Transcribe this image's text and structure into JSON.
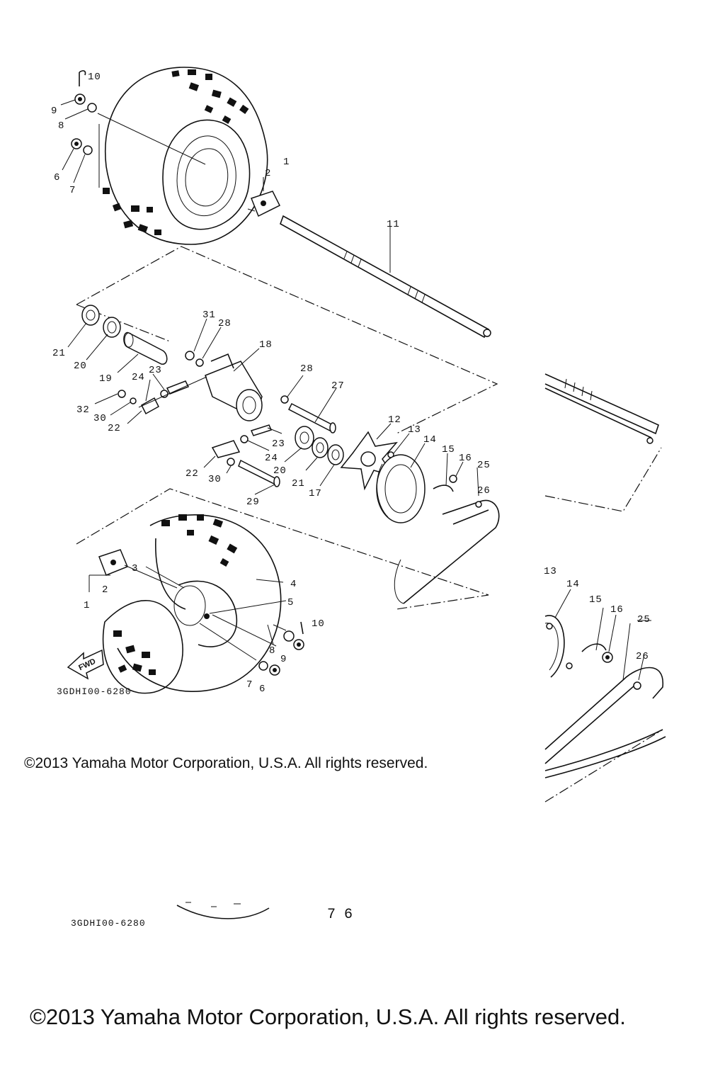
{
  "diagram": {
    "code_main": "3GDHI00-6280",
    "code_ghost": "3GDHI00-6280",
    "fwd_label": "FWD",
    "ghost_76": "7 6",
    "labels_main": [
      {
        "id": "p10a",
        "text": "10"
      },
      {
        "id": "p9a",
        "text": "9"
      },
      {
        "id": "p8a",
        "text": "8"
      },
      {
        "id": "p6a",
        "text": "6"
      },
      {
        "id": "p7a",
        "text": "7"
      },
      {
        "id": "p1a",
        "text": "1"
      },
      {
        "id": "p2a",
        "text": "2"
      },
      {
        "id": "p11",
        "text": "11"
      },
      {
        "id": "p21a",
        "text": "21"
      },
      {
        "id": "p20a",
        "text": "20"
      },
      {
        "id": "p19",
        "text": "19"
      },
      {
        "id": "p31",
        "text": "31"
      },
      {
        "id": "p28a",
        "text": "28"
      },
      {
        "id": "p18",
        "text": "18"
      },
      {
        "id": "p23a",
        "text": "23"
      },
      {
        "id": "p24a",
        "text": "24"
      },
      {
        "id": "p32",
        "text": "32"
      },
      {
        "id": "p30a",
        "text": "30"
      },
      {
        "id": "p22a",
        "text": "22"
      },
      {
        "id": "p28b",
        "text": "28"
      },
      {
        "id": "p27",
        "text": "27"
      },
      {
        "id": "p12",
        "text": "12"
      },
      {
        "id": "p13a",
        "text": "13"
      },
      {
        "id": "p14a",
        "text": "14"
      },
      {
        "id": "p15a",
        "text": "15"
      },
      {
        "id": "p16a",
        "text": "16"
      },
      {
        "id": "p25a",
        "text": "25"
      },
      {
        "id": "p26a",
        "text": "26"
      },
      {
        "id": "p23b",
        "text": "23"
      },
      {
        "id": "p24b",
        "text": "24"
      },
      {
        "id": "p20b",
        "text": "20"
      },
      {
        "id": "p21b",
        "text": "21"
      },
      {
        "id": "p17",
        "text": "17"
      },
      {
        "id": "p22b",
        "text": "22"
      },
      {
        "id": "p30b",
        "text": "30"
      },
      {
        "id": "p29",
        "text": "29"
      },
      {
        "id": "p3",
        "text": "3"
      },
      {
        "id": "p4",
        "text": "4"
      },
      {
        "id": "p5",
        "text": "5"
      },
      {
        "id": "p2b",
        "text": "2"
      },
      {
        "id": "p1b",
        "text": "1"
      },
      {
        "id": "p10b",
        "text": "10"
      },
      {
        "id": "p8b",
        "text": "8"
      },
      {
        "id": "p9b",
        "text": "9"
      },
      {
        "id": "p7b",
        "text": "7"
      },
      {
        "id": "p6b",
        "text": "6"
      }
    ],
    "labels_zoom": [
      {
        "id": "z13",
        "text": "13"
      },
      {
        "id": "z14",
        "text": "14"
      },
      {
        "id": "z15",
        "text": "15"
      },
      {
        "id": "z16",
        "text": "16"
      },
      {
        "id": "z25",
        "text": "25"
      },
      {
        "id": "z26",
        "text": "26"
      }
    ]
  },
  "copyright": {
    "small": "©2013 Yamaha Motor Corporation, U.S.A. All rights reserved.",
    "large": "©2013 Yamaha Motor Corporation, U.S.A. All rights reserved."
  }
}
